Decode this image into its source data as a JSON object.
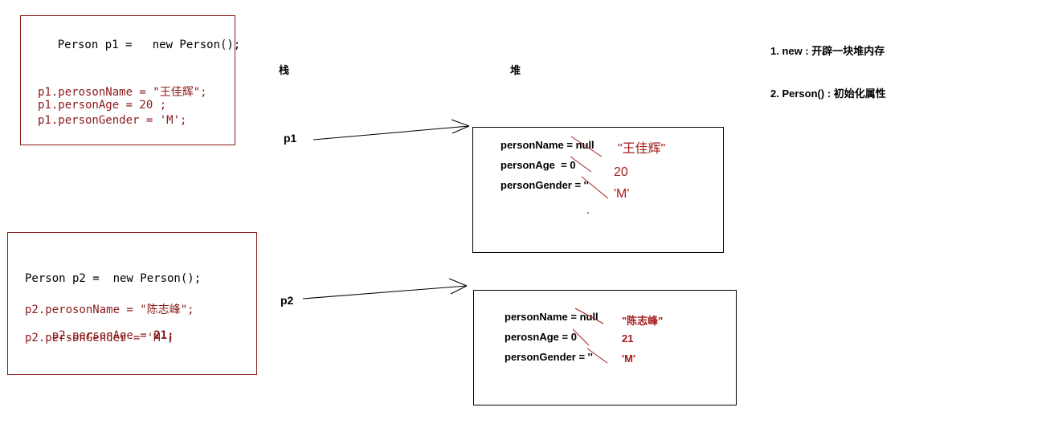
{
  "code_p1": {
    "declaration": "Person p1 =   new Person();",
    "lines": [
      "p1.perosonName = \"王佳辉\";",
      "p1.personAge = 20 ;",
      "p1.personGender = 'M';"
    ]
  },
  "code_p2": {
    "declaration": "Person p2 =  new Person();",
    "line1": "p2.perosonName = \"陈志峰\";",
    "line2_prefix": "p2.personAge = ",
    "line2_bold": "21;",
    "line3": "p2.personGender = 'M';"
  },
  "labels": {
    "stack": "栈",
    "heap": "堆",
    "p1": "p1",
    "p2": "p2"
  },
  "heap_p1": {
    "fields": [
      {
        "label": "personName = null",
        "new_value": "\"王佳辉\""
      },
      {
        "label": "personAge  = 0",
        "new_value": "20"
      },
      {
        "label": "personGender = ''",
        "new_value": "'M'"
      }
    ]
  },
  "heap_p2": {
    "fields": [
      {
        "label": "personName = null",
        "new_value": "\"陈志峰\""
      },
      {
        "label": "perosnAge = 0",
        "new_value": "21"
      },
      {
        "label": "personGender = ''",
        "new_value": "'M'"
      }
    ]
  },
  "notes": [
    "1. new : 开辟一块堆内存",
    "2. Person() : 初始化属性"
  ],
  "colors": {
    "accent": "#a61c1c",
    "border": "#8b1a1a"
  }
}
